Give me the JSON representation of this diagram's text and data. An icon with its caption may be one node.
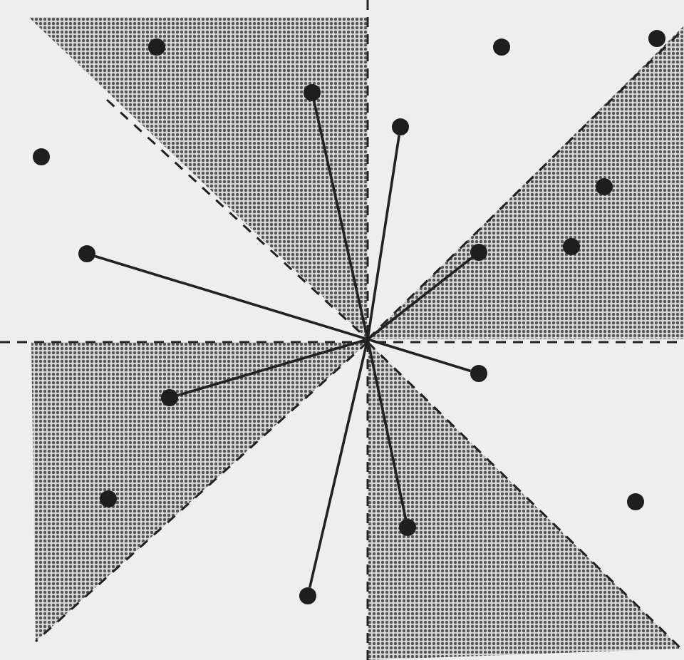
{
  "diagram": {
    "nodes": [
      {
        "text": [],
        "shape": "point"
      },
      {
        "text": [],
        "shape": "circle"
      },
      {
        "text": [],
        "shape": "circle"
      },
      {
        "text": [],
        "shape": "circle"
      },
      {
        "text": [],
        "shape": "circle"
      },
      {
        "text": [],
        "shape": "circle"
      },
      {
        "text": [],
        "shape": "circle"
      },
      {
        "text": [],
        "shape": "circle"
      },
      {
        "text": [],
        "shape": "circle"
      },
      {
        "text": [],
        "shape": "circle"
      },
      {
        "text": [],
        "shape": "circle"
      },
      {
        "text": [],
        "shape": "circle"
      },
      {
        "text": [],
        "shape": "circle"
      },
      {
        "text": [],
        "shape": "circle"
      },
      {
        "text": [],
        "shape": "circle"
      },
      {
        "text": [],
        "shape": "circle"
      },
      {
        "text": [],
        "shape": "circle"
      }
    ],
    "edges": [
      {
        "from": 0,
        "to": 4,
        "arrow": "none"
      },
      {
        "from": 0,
        "to": 5,
        "arrow": "none"
      },
      {
        "from": 0,
        "to": 8,
        "arrow": "none"
      },
      {
        "from": 0,
        "to": 9,
        "arrow": "none"
      },
      {
        "from": 0,
        "to": 11,
        "arrow": "none"
      },
      {
        "from": 0,
        "to": 12,
        "arrow": "none"
      },
      {
        "from": 0,
        "to": 15,
        "arrow": "none"
      },
      {
        "from": 0,
        "to": 16,
        "arrow": "none"
      }
    ]
  }
}
